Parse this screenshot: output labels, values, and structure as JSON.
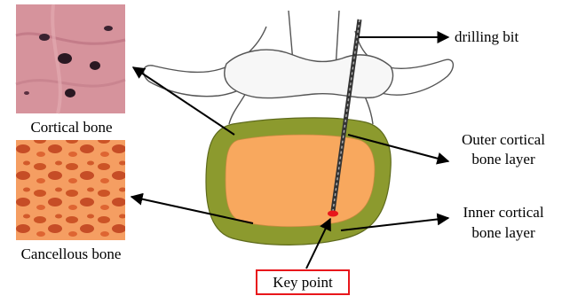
{
  "labels": {
    "cortical": "Cortical bone",
    "cancellous": "Cancellous bone",
    "drilling_bit": "drilling bit",
    "outer_line1": "Outer cortical",
    "outer_line2": "bone layer",
    "inner_line1": "Inner cortical",
    "inner_line2": "bone layer",
    "key_point": "Key point"
  },
  "colors": {
    "cortical_ring": "#8c9a2e",
    "cancellous_core": "#f8a85e",
    "key_point": "#e8161b",
    "key_box_border": "#e8161b",
    "micro_cortical_bg": "#d6939c",
    "micro_cancellous_bg": "#f08a4a"
  },
  "icons": {
    "arrow": "arrow-icon",
    "drill": "drill-bit-icon"
  }
}
